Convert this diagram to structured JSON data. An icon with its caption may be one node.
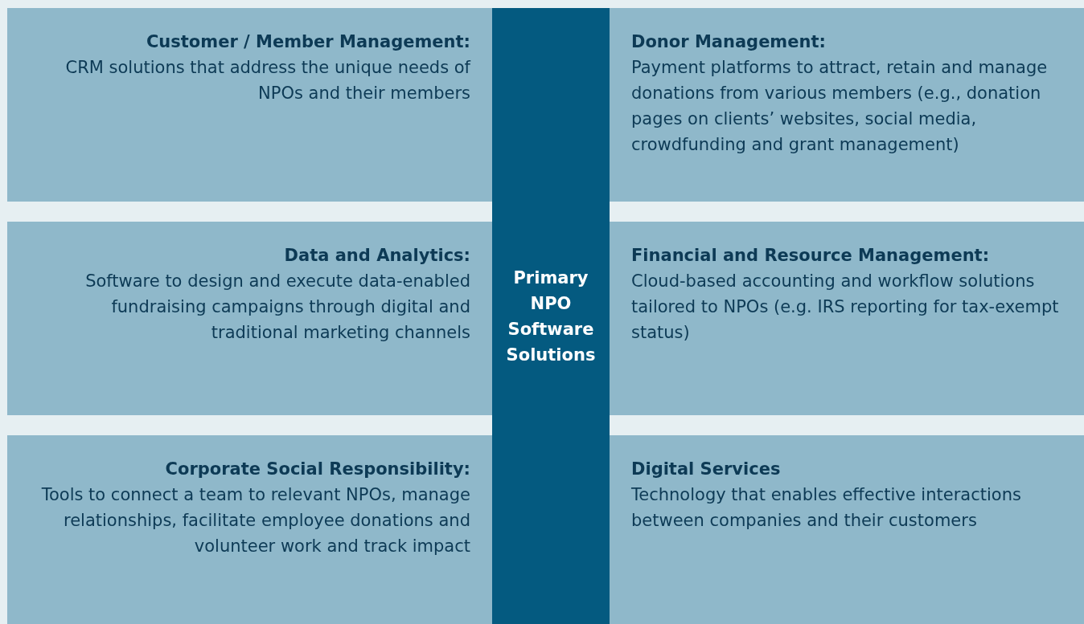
{
  "diagram": {
    "nodes": [
      {
        "text": [
          "Customer / Member Management:",
          "CRM solutions that address the unique needs of NPOs and their members"
        ]
      },
      {
        "text": [
          "Primary NPO Software Solutions"
        ]
      },
      {
        "text": [
          "Donor Management:",
          "Payment platforms to attract, retain and manage donations from various members (e.g., donation pages on clients’ websites, social media, crowdfunding and grant management)"
        ]
      },
      {
        "text": [
          "Data and Analytics:",
          "Software to design and execute data-enabled fundraising campaigns through digital and traditional marketing channels"
        ]
      },
      {
        "text": [
          "Financial and Resource Management:",
          "Cloud-based accounting and workflow solutions tailored to NPOs (e.g. IRS reporting for tax-exempt status)"
        ]
      },
      {
        "text": [
          "Corporate Social Responsibility:",
          "Tools to connect a team to relevant NPOs, manage relationships, facilitate employee donations and volunteer work and track impact"
        ]
      },
      {
        "text": [
          "Digital Services",
          "Technology that enables effective interactions between companies and their customers"
        ]
      }
    ]
  }
}
